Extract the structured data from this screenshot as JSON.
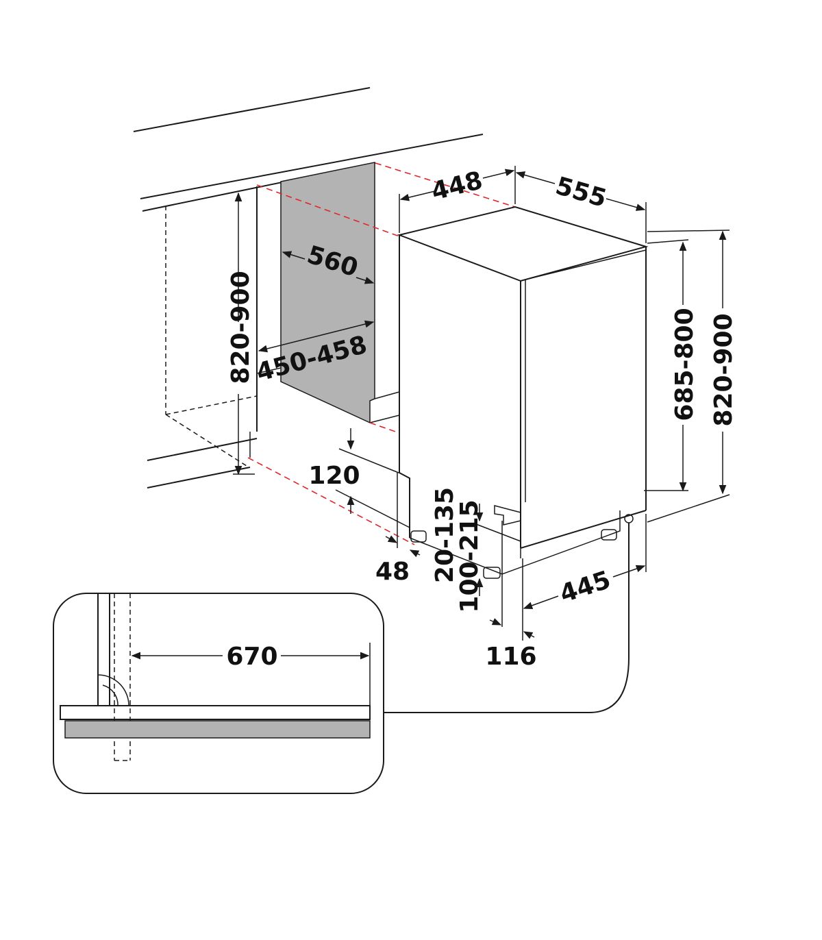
{
  "colors": {
    "line": "#1a1a1a",
    "guide": "#e0262a",
    "panel": "#b3b3b3"
  },
  "dimensions": {
    "niche_height": "820-900",
    "niche_depth": "560",
    "niche_width": "450-458",
    "appliance_width": "448",
    "appliance_depth": "555",
    "door_height": "685-800",
    "appliance_height": "820-900",
    "plinth_height": "120",
    "plinth_setback": "48",
    "foot_range_a": "20-135",
    "foot_range_b": "100-215",
    "door_offset": "116",
    "feet_width": "445",
    "hose_length": "670"
  }
}
